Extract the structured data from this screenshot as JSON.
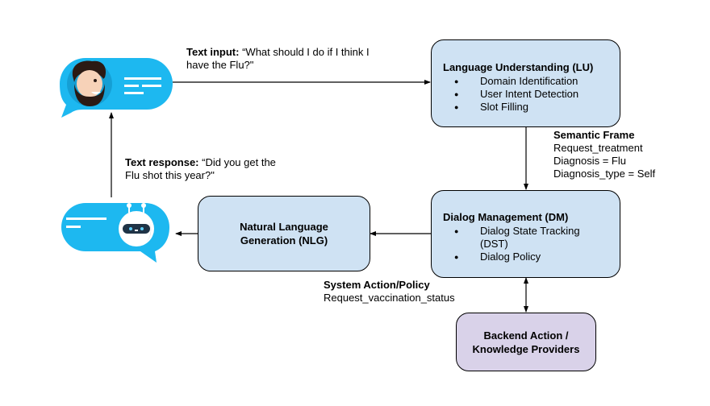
{
  "colors": {
    "module_fill": "#cfe2f3",
    "backend_fill": "#d9d2e9",
    "bubble_blue": "#1db8f0",
    "line": "#000000"
  },
  "nodes": {
    "user": {
      "icon": "user-chat-bubble-icon",
      "description": "Bearded man avatar in blue chat bubble"
    },
    "bot": {
      "icon": "bot-chat-bubble-icon",
      "description": "Robot avatar in blue chat bubble"
    },
    "lu": {
      "title": "Language Understanding (LU)",
      "items": [
        "Domain Identification",
        "User Intent Detection",
        "Slot Filling"
      ]
    },
    "dm": {
      "title": "Dialog Management (DM)",
      "items": [
        "Dialog State Tracking (DST)",
        "Dialog Policy"
      ]
    },
    "nlg": {
      "title": "Natural Language Generation (NLG)"
    },
    "backend": {
      "title": "Backend Action / Knowledge Providers"
    }
  },
  "edges": {
    "text_input": {
      "label_bold": "Text input:",
      "label_text": " “What should I do if I think I have the Flu?\""
    },
    "semantic_frame": {
      "label_bold": "Semantic Frame",
      "lines": [
        "Request_treatment",
        "Diagnosis = Flu",
        "Diagnosis_type = Self"
      ]
    },
    "system_action": {
      "label_bold": "System Action/Policy",
      "lines": [
        "Request_vaccination_status"
      ]
    },
    "text_response": {
      "label_bold": "Text response:",
      "label_text": " “Did you get the Flu shot this year?\""
    }
  }
}
